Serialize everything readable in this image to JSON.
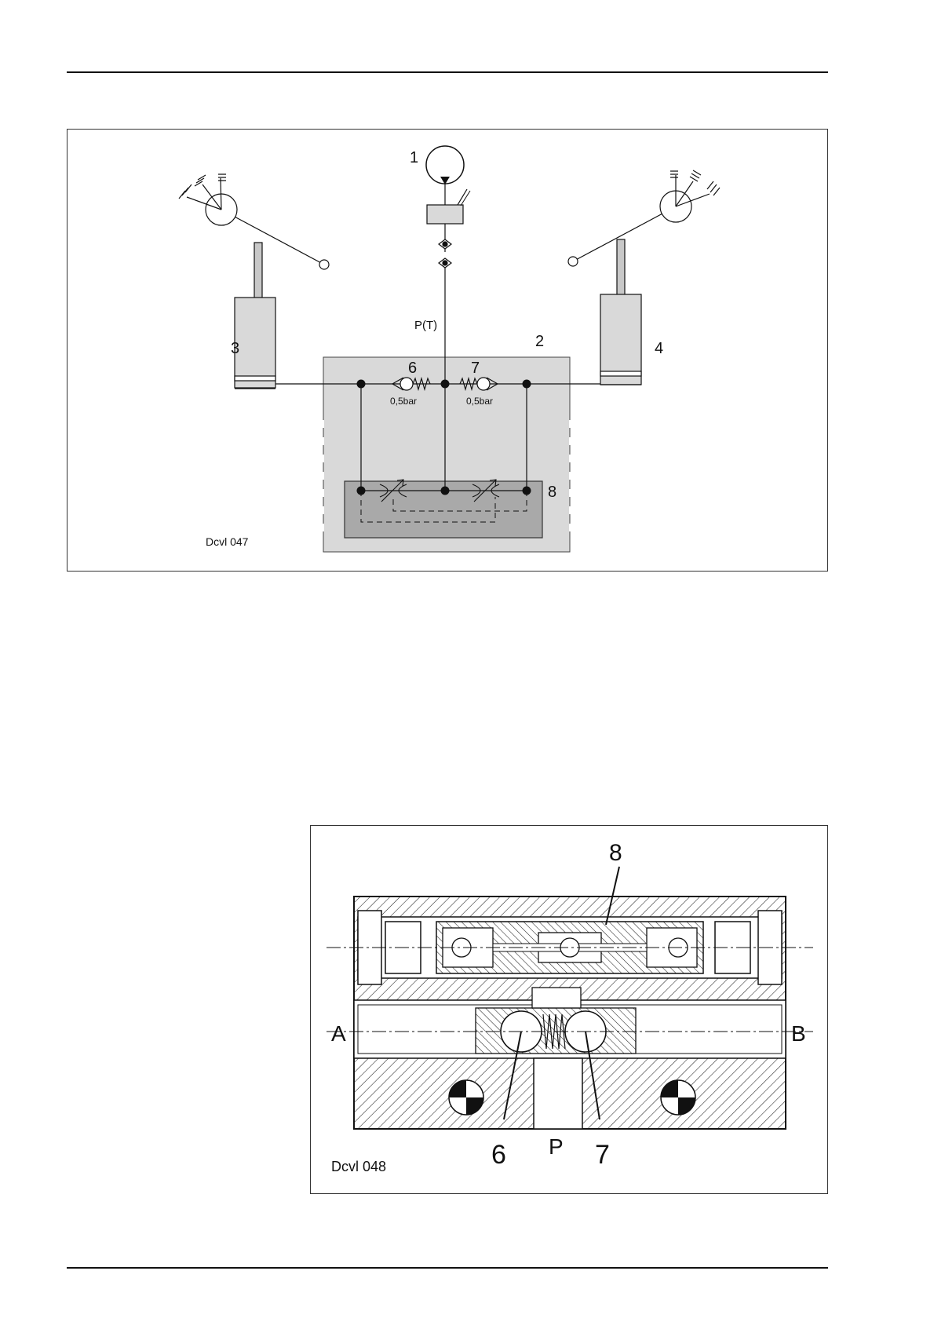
{
  "figure1": {
    "caption": "Dcvl 047",
    "port_label": "P(T)",
    "callouts": {
      "c1": "1",
      "c2": "2",
      "c3": "3",
      "c4": "4",
      "c6": "6",
      "c7": "7",
      "c8": "8"
    },
    "valve6_setting": "0,5bar",
    "valve7_setting": "0,5bar"
  },
  "figure2": {
    "caption": "Dcvl 048",
    "port_a": "A",
    "port_b": "B",
    "port_p": "P",
    "callouts": {
      "c6": "6",
      "c7": "7",
      "c8": "8"
    }
  },
  "colors": {
    "housing": "#d9d9d9",
    "throttle_block": "#a9a9a9",
    "line": "#111111"
  }
}
